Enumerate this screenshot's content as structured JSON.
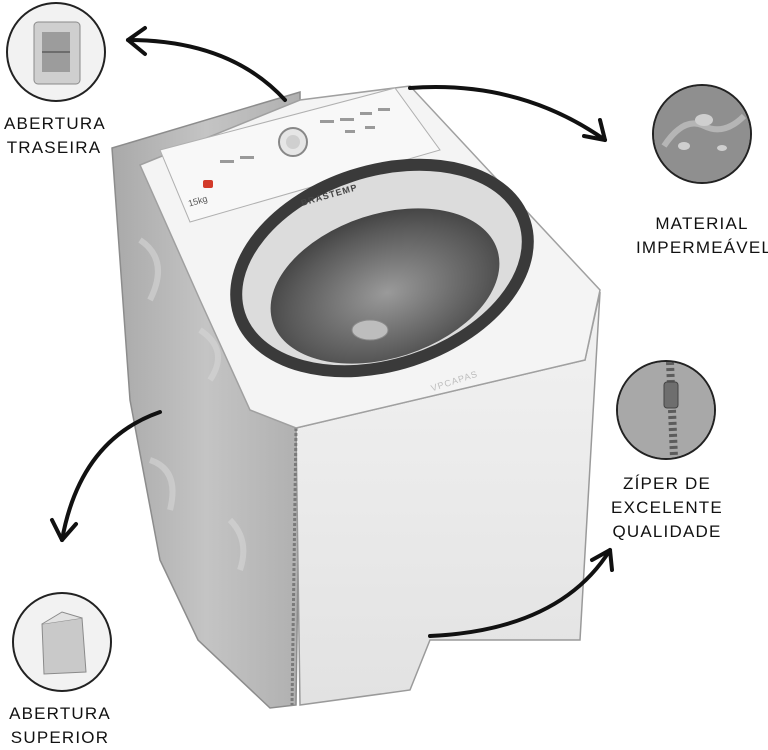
{
  "product": {
    "brand": "BRASTEMP",
    "capacity": "15kg",
    "watermark": "VPCAPAS"
  },
  "features": {
    "rear_opening": [
      "ABERTURA",
      "TRASEIRA"
    ],
    "waterproof": [
      "MATERIAL",
      "IMPERMEÁVEL"
    ],
    "zipper": [
      "ZÍPER DE",
      "EXCELENTE",
      "QUALIDADE"
    ],
    "top_opening": [
      "ABERTURA",
      "SUPERIOR"
    ]
  },
  "colors": {
    "cover_gray": "#b9b9b9",
    "cover_front": "#eeeeee",
    "machine_white": "#f4f4f4",
    "lid_ring": "#3a3a3a",
    "arrow": "#111111"
  }
}
